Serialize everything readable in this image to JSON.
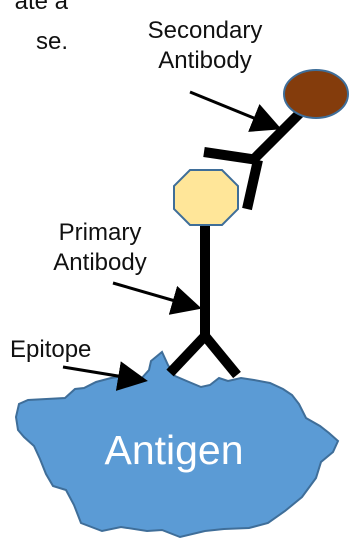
{
  "snippet_line_1": "ate a",
  "snippet_line_2": "se.",
  "labels": {
    "secondary_antibody": "Secondary\nAntibody",
    "primary_antibody": "Primary\nAntibody",
    "epitope": "Epitope",
    "antigen": "Antigen"
  },
  "colors": {
    "antigen_fill": "#5B9BD5",
    "antigen_stroke": "#3F6E99",
    "secondary_tag_fill": "#843C0C",
    "primary_tag_fill": "#FFE699",
    "antibody_stroke": "#000000"
  }
}
